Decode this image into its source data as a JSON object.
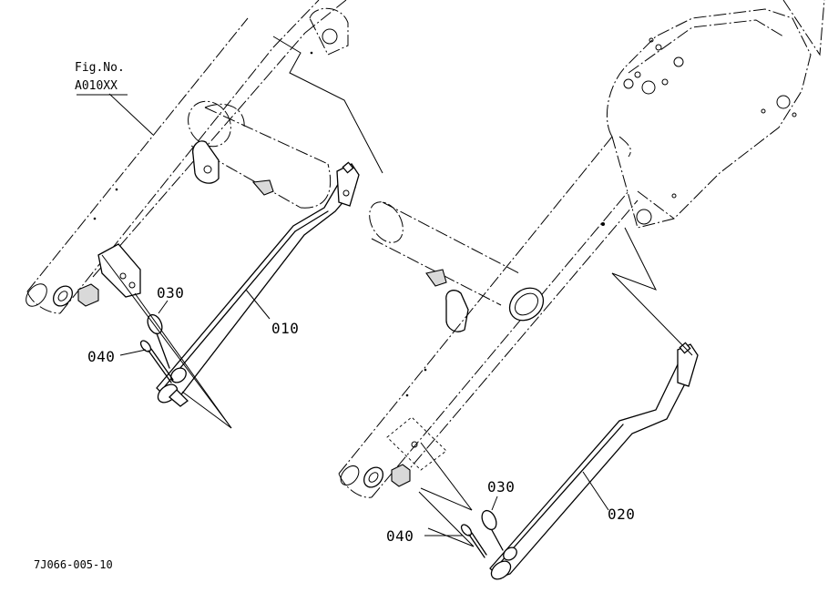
{
  "figure": {
    "fig_no_label": "Fig.No.",
    "fig_no_value": "A010XX",
    "drawing_code": "7J066-005-10"
  },
  "callouts": {
    "c010": "010",
    "c020": "020",
    "c030_left": "030",
    "c040_left": "040",
    "c030_right": "030",
    "c040_right": "040"
  }
}
